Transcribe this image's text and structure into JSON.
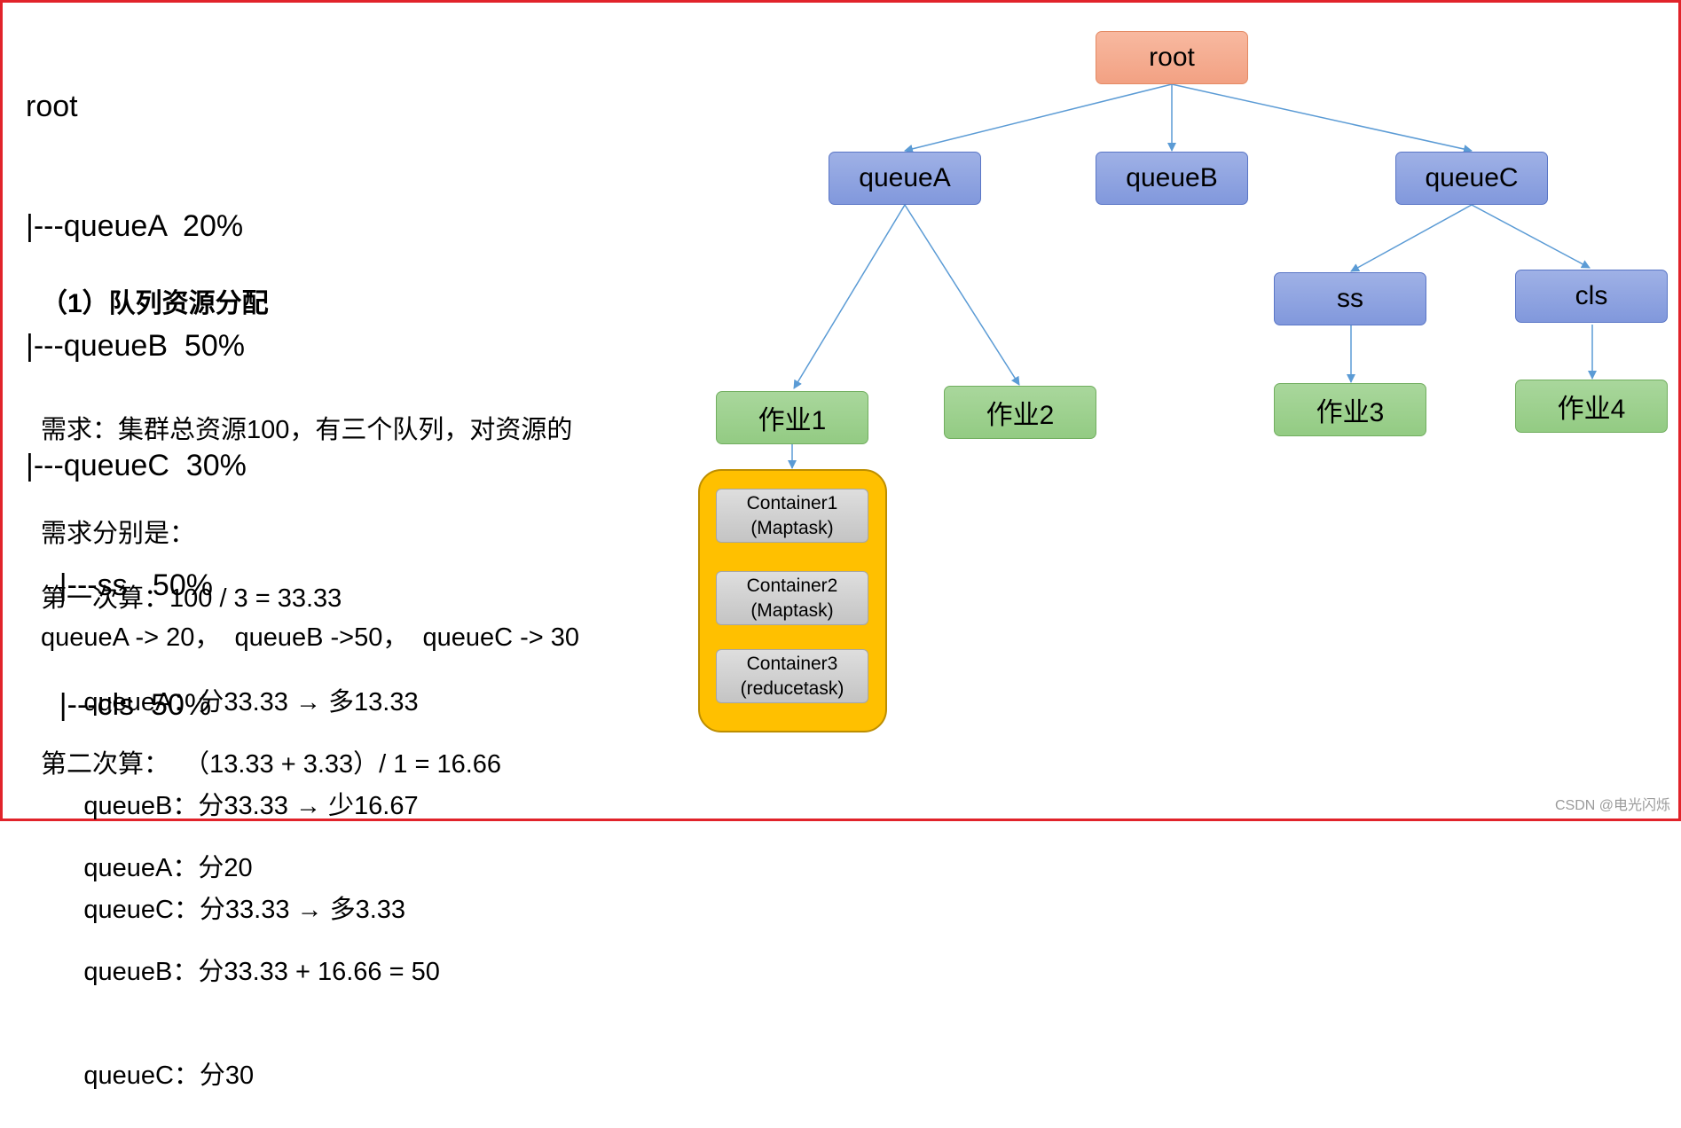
{
  "tree_text": [
    "root",
    "|---queueA  20%",
    "|---queueB  50%",
    "|---queueC  30%",
    "    |---ss   50%",
    "    |---cls  50%"
  ],
  "section_title": "（1）队列资源分配",
  "requirement": [
    "需求：集群总资源100，有三个队列，对资源的",
    "需求分别是：",
    "queueA -> 20，  queueB ->50，  queueC -> 30"
  ],
  "first_calc": [
    "第一次算：100 / 3 = 33.33",
    "      queueA：分33.33 → 多13.33",
    "      queueB：分33.33 → 少16.67",
    "      queueC：分33.33 → 多3.33"
  ],
  "second_calc": [
    "第二次算：  （13.33 + 3.33）/ 1 = 16.66",
    "      queueA：分20",
    "      queueB：分33.33 + 16.66 = 50",
    "      queueC：分30"
  ],
  "diagram": {
    "root": "root",
    "queueA": "queueA",
    "queueB": "queueB",
    "queueC": "queueC",
    "ss": "ss",
    "cls": "cls",
    "job1": "作业1",
    "job2": "作业2",
    "job3": "作业3",
    "job4": "作业4",
    "containers": [
      {
        "name": "Container1",
        "task": "(Maptask)"
      },
      {
        "name": "Container2",
        "task": "(Maptask)"
      },
      {
        "name": "Container3",
        "task": "(reducetask)"
      }
    ]
  },
  "colors": {
    "frame": "#e1232a",
    "queue_node": "#8fa4e0",
    "root_node": "#f5a98a",
    "job_node": "#9dd18f",
    "container_group": "#ffc000",
    "arrow": "#5b9bd5"
  },
  "watermark": "CSDN @电光闪烁"
}
